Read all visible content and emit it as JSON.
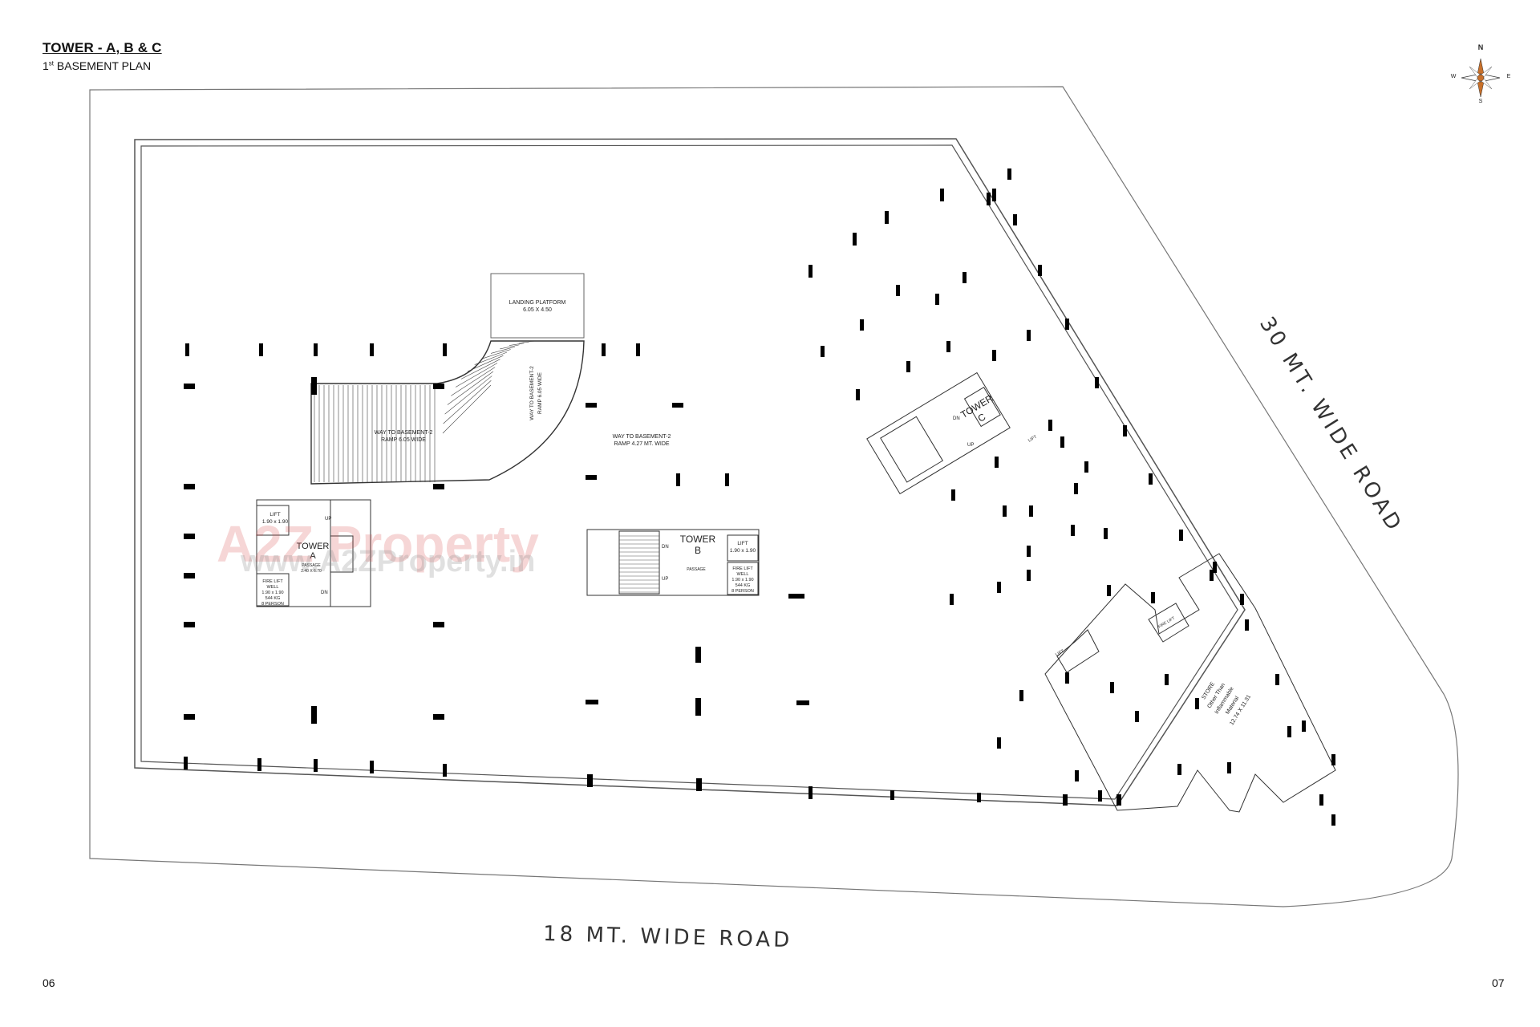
{
  "header": {
    "title": "TOWER - A, B & C",
    "subtitle_prefix": "1",
    "subtitle_sup": "st",
    "subtitle_rest": " BASEMENT PLAN"
  },
  "compass": {
    "n": "N",
    "s": "S",
    "e": "E",
    "w": "W",
    "accent": "#c8702a"
  },
  "pages": {
    "left": "06",
    "right": "07"
  },
  "roads": {
    "south": "18 MT. WIDE ROAD",
    "east": "30 MT. WIDE ROAD"
  },
  "labels": {
    "landing_1": "LANDING PLATFORM",
    "landing_2": "6.05 X 4.50",
    "ramp_a_1": "WAY TO BASEMENT-2",
    "ramp_a_2": "RAMP 6.05 WIDE",
    "ramp_v_1": "WAY TO BASEMENT-2",
    "ramp_v_2": "RAMP 6.05 WIDE",
    "ramp_b_1": "WAY TO BASEMENT-2",
    "ramp_b_2": "RAMP 4.27 MT. WIDE",
    "tower_a": "TOWER",
    "tower_a_letter": "A",
    "tower_b": "TOWER",
    "tower_b_letter": "B",
    "tower_c": "TOWER",
    "tower_c_letter": "C",
    "lift": "LIFT",
    "lift_size": "1.90 x 1.90",
    "fire_lift_1": "FIRE LIFT",
    "fire_lift_2": "WELL",
    "fire_lift_3": "1.90 x 1.90",
    "fire_lift_4": "544 KG",
    "fire_lift_5": "8 PERSON",
    "passage": "PASSAGE",
    "passage_size": "2.40 X 6.70",
    "up": "UP",
    "dn": "DN",
    "store_1": "STORE",
    "store_2": "Other Than",
    "store_3": "Inflammable",
    "store_4": "Material",
    "store_5": "12.74 X 11.31"
  },
  "watermark": {
    "logo": "A2Z Property",
    "url": "www.A2ZProperty.in"
  }
}
